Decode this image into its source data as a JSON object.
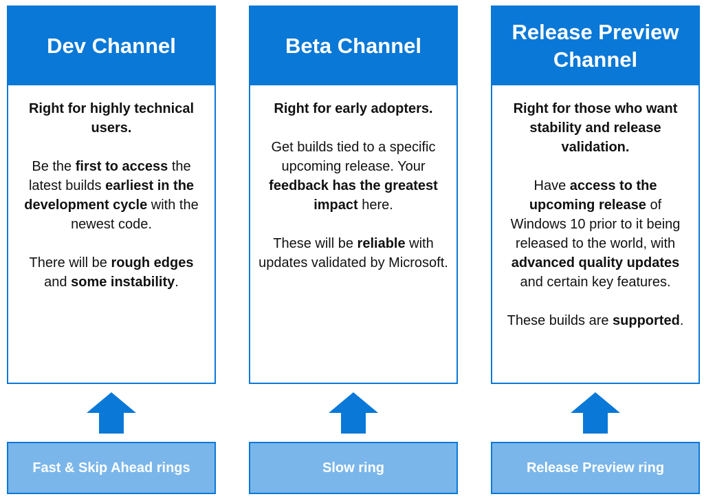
{
  "channels": [
    {
      "title": "Dev Channel",
      "paragraphs": [
        [
          {
            "t": "Right for highly technical users.",
            "b": true
          }
        ],
        [
          {
            "t": "Be the "
          },
          {
            "t": "first to access",
            "b": true
          },
          {
            "t": " the latest builds "
          },
          {
            "t": "earliest in the development cycle",
            "b": true
          },
          {
            "t": " with the newest code."
          }
        ],
        [
          {
            "t": "There will be "
          },
          {
            "t": "rough edges",
            "b": true
          },
          {
            "t": " and "
          },
          {
            "t": "some instability",
            "b": true
          },
          {
            "t": "."
          }
        ]
      ],
      "ring": "Fast & Skip Ahead rings"
    },
    {
      "title": "Beta Channel",
      "paragraphs": [
        [
          {
            "t": "Right for early adopters.",
            "b": true
          }
        ],
        [
          {
            "t": "Get builds tied to a specific upcoming release. Your "
          },
          {
            "t": "feedback has the greatest impact",
            "b": true
          },
          {
            "t": " here."
          }
        ],
        [
          {
            "t": "These will be "
          },
          {
            "t": "reliable",
            "b": true
          },
          {
            "t": " with updates validated by Microsoft."
          }
        ]
      ],
      "ring": "Slow ring"
    },
    {
      "title": "Release Preview Channel",
      "paragraphs": [
        [
          {
            "t": "Right for those who want stability and release validation.",
            "b": true
          }
        ],
        [
          {
            "t": "Have "
          },
          {
            "t": "access to the upcoming release",
            "b": true
          },
          {
            "t": " of Windows 10 prior to it being released to the world, with "
          },
          {
            "t": "advanced quality updates",
            "b": true
          },
          {
            "t": " and certain key features."
          }
        ],
        [
          {
            "t": "These builds are "
          },
          {
            "t": "supported",
            "b": true
          },
          {
            "t": "."
          }
        ]
      ],
      "ring": "Release Preview ring"
    }
  ],
  "colors": {
    "primary": "#0a78d7",
    "ring_fill": "#7ab6ea"
  },
  "icons": {
    "arrow": "up-arrow-icon"
  }
}
